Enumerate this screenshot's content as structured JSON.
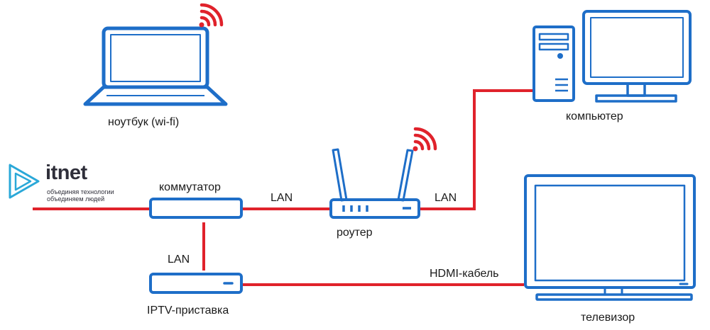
{
  "brand": {
    "name": "itnet",
    "tagline_line1": "объединяя технологии",
    "tagline_line2": "объединяем людей"
  },
  "devices": {
    "laptop": "ноутбук (wi-fi)",
    "computer": "компьютер",
    "switch": "коммутатор",
    "router": "роутер",
    "iptv": "IPTV-приставка",
    "tv": "телевизор"
  },
  "links": {
    "switch_router": "LAN",
    "router_computer": "LAN",
    "switch_iptv": "LAN",
    "iptv_tv": "HDMI-кабель"
  },
  "colors": {
    "device_blue": "#1e6ec8",
    "cable_red": "#e0222b",
    "wifi_red": "#e0222b",
    "logo_cyan": "#2aa8d8",
    "text": "#1a1a1a"
  }
}
